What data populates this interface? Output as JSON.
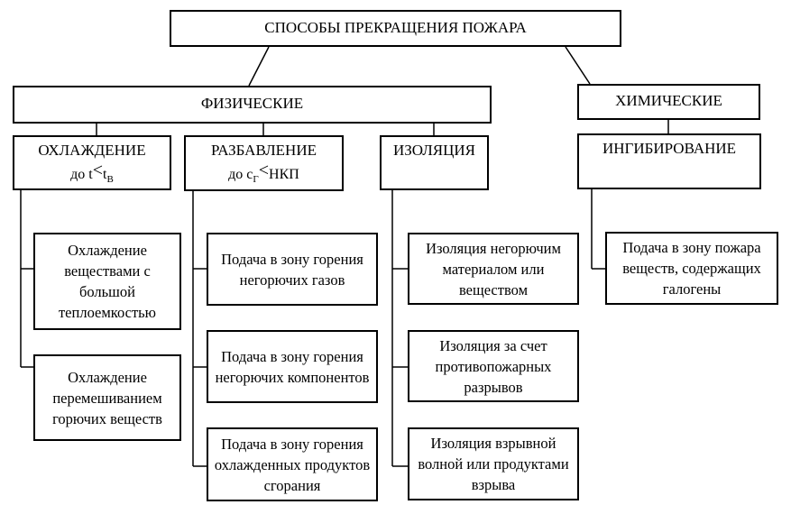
{
  "root": {
    "label": "СПОСОБЫ ПРЕКРАЩЕНИЯ ПОЖАРА"
  },
  "physical": {
    "label": "ФИЗИЧЕСКИЕ",
    "groups": [
      {
        "label": "ОХЛАЖДЕНИЕ",
        "condition": {
          "prefix": "до t",
          "op": "<",
          "var": "t",
          "sub": "В"
        },
        "items": [
          "Охлаждение веществами с большой теплоемкостью",
          "Охлаждение перемешиванием горючих веществ"
        ]
      },
      {
        "label": "РАЗБАВЛЕНИЕ",
        "condition": {
          "prefix": "до с",
          "prefix_sub": "Г",
          "op": "<",
          "suffix": "НКП"
        },
        "items": [
          "Подача в зону горения негорючих газов",
          "Подача в зону горения негорючих компонентов",
          "Подача в зону горения охлажденных продуктов сгорания"
        ]
      },
      {
        "label": "ИЗОЛЯЦИЯ",
        "items": [
          "Изоляция негорючим материалом или веществом",
          "Изоляция за счет противопожарных разрывов",
          "Изоляция взрывной волной или продуктами взрыва"
        ]
      }
    ]
  },
  "chemical": {
    "label": "ХИМИЧЕСКИЕ",
    "groups": [
      {
        "label": "ИНГИБИРОВАНИЕ",
        "items": [
          "Подача в зону пожара веществ, содержащих галогены"
        ]
      }
    ]
  }
}
